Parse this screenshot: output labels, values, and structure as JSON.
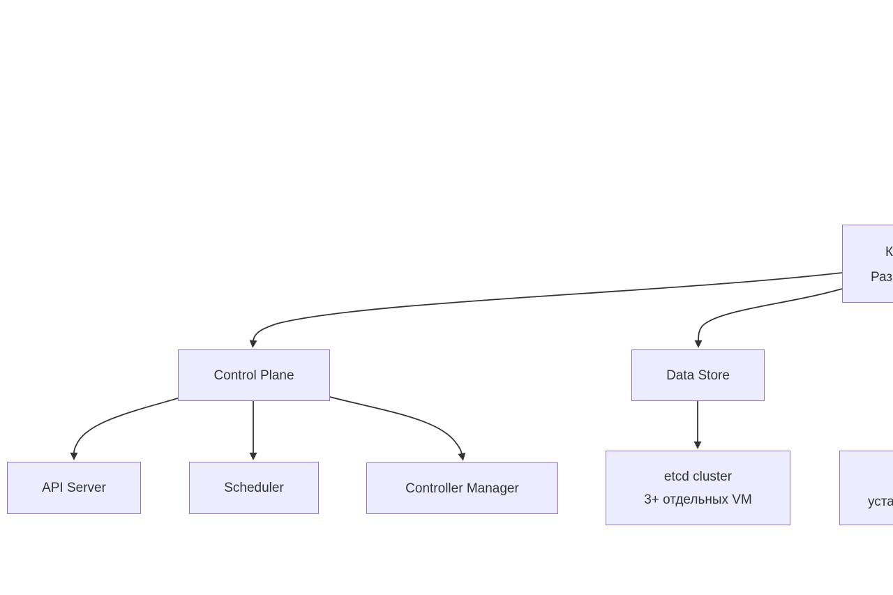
{
  "diagram": {
    "type": "flowchart",
    "nodes": {
      "control_plane": {
        "label": "Control Plane"
      },
      "data_store": {
        "label": "Data Store"
      },
      "api_server": {
        "label": "API Server"
      },
      "scheduler": {
        "label": "Scheduler"
      },
      "controller_manager": {
        "label": "Controller Manager"
      },
      "etcd": {
        "line1": "etcd cluster",
        "line2": "3+ отдельных VM"
      },
      "cluster_partial": {
        "line1_fragment": "К",
        "line2_fragment": "Раз"
      },
      "install_partial": {
        "line2_fragment": "уста"
      }
    },
    "edges": [
      {
        "from": "cluster_partial",
        "to": "control_plane"
      },
      {
        "from": "cluster_partial",
        "to": "data_store"
      },
      {
        "from": "control_plane",
        "to": "api_server"
      },
      {
        "from": "control_plane",
        "to": "scheduler"
      },
      {
        "from": "control_plane",
        "to": "controller_manager"
      },
      {
        "from": "data_store",
        "to": "etcd"
      }
    ],
    "colors": {
      "node_fill": "#ECECFF",
      "node_border": "#9370DB",
      "edge_stroke": "#333333",
      "text": "#333333",
      "background": "#ffffff"
    }
  }
}
